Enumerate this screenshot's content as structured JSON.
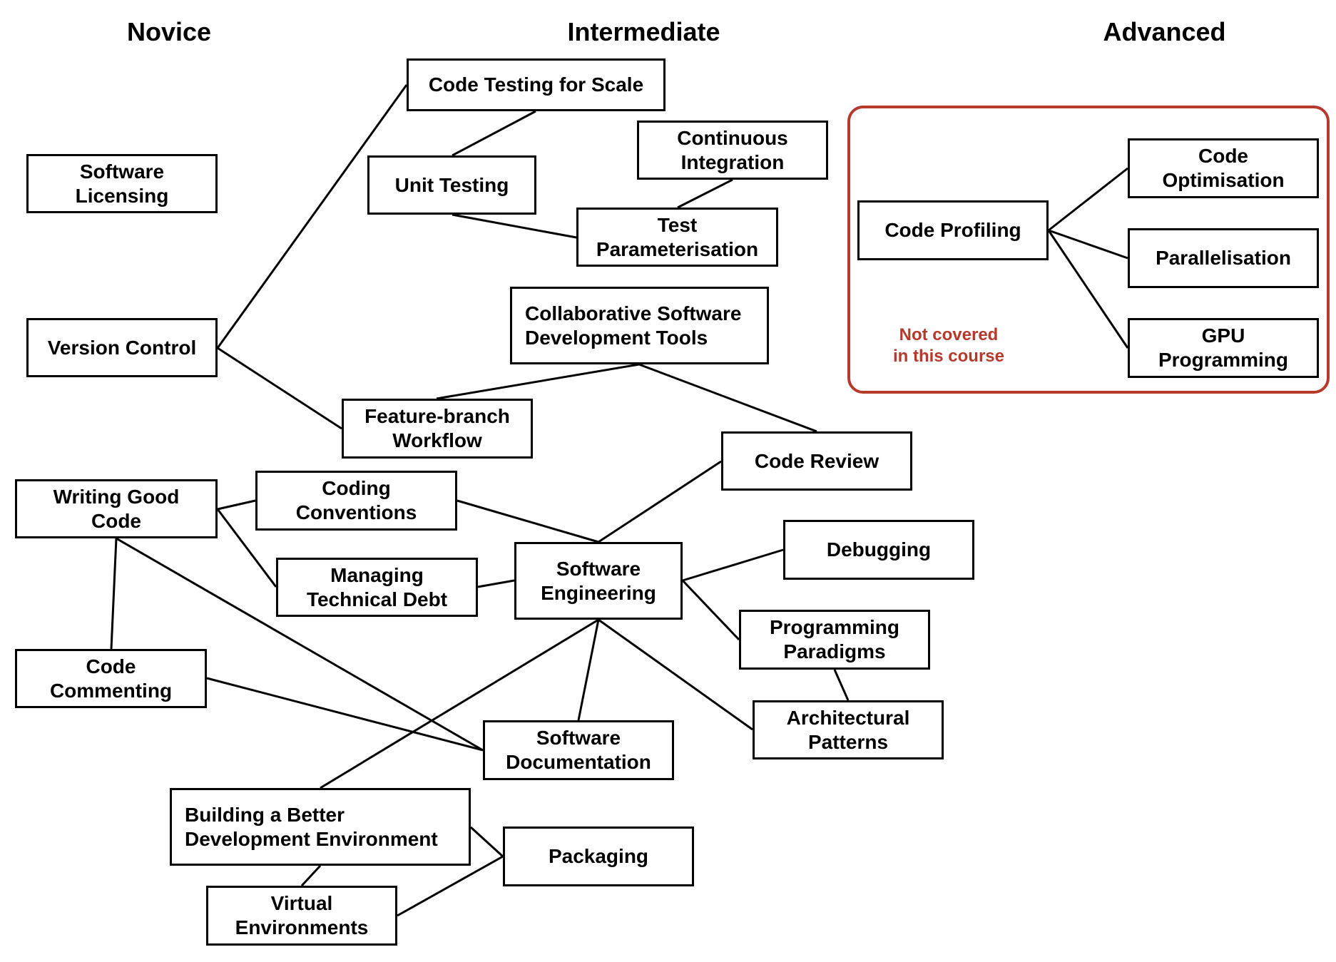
{
  "levels": {
    "novice": "Novice",
    "intermediate": "Intermediate",
    "advanced": "Advanced"
  },
  "advanced_note": "Not covered\nin this course",
  "nodes": {
    "software_licensing": "Software\nLicensing",
    "version_control": "Version Control",
    "writing_good_code": "Writing Good\nCode",
    "code_commenting": "Code\nCommenting",
    "code_testing_for_scale": "Code Testing for Scale",
    "unit_testing": "Unit Testing",
    "continuous_integration": "Continuous\nIntegration",
    "test_parameterisation": "Test\nParameterisation",
    "collaborative_tools": "Collaborative Software\nDevelopment Tools",
    "feature_branch_workflow": "Feature-branch\nWorkflow",
    "code_review": "Code Review",
    "coding_conventions": "Coding\nConventions",
    "managing_technical_debt": "Managing\nTechnical Debt",
    "software_engineering": "Software\nEngineering",
    "debugging": "Debugging",
    "programming_paradigms": "Programming\nParadigms",
    "architectural_patterns": "Architectural\nPatterns",
    "software_documentation": "Software\nDocumentation",
    "better_dev_environment": "Building a Better\nDevelopment Environment",
    "packaging": "Packaging",
    "virtual_environments": "Virtual\nEnvironments",
    "code_profiling": "Code Profiling",
    "code_optimisation": "Code\nOptimisation",
    "parallelisation": "Parallelisation",
    "gpu_programming": "GPU\nProgramming"
  },
  "edges": [
    [
      "version_control",
      "code_testing_for_scale"
    ],
    [
      "code_testing_for_scale",
      "unit_testing"
    ],
    [
      "unit_testing",
      "test_parameterisation"
    ],
    [
      "continuous_integration",
      "test_parameterisation"
    ],
    [
      "version_control",
      "feature_branch_workflow"
    ],
    [
      "collaborative_tools",
      "feature_branch_workflow"
    ],
    [
      "collaborative_tools",
      "code_review"
    ],
    [
      "code_review",
      "software_engineering"
    ],
    [
      "writing_good_code",
      "coding_conventions"
    ],
    [
      "writing_good_code",
      "managing_technical_debt"
    ],
    [
      "writing_good_code",
      "code_commenting"
    ],
    [
      "writing_good_code",
      "software_documentation"
    ],
    [
      "coding_conventions",
      "software_engineering"
    ],
    [
      "managing_technical_debt",
      "software_engineering"
    ],
    [
      "software_engineering",
      "debugging"
    ],
    [
      "software_engineering",
      "programming_paradigms"
    ],
    [
      "software_engineering",
      "architectural_patterns"
    ],
    [
      "software_engineering",
      "software_documentation"
    ],
    [
      "software_engineering",
      "better_dev_environment"
    ],
    [
      "programming_paradigms",
      "architectural_patterns"
    ],
    [
      "code_commenting",
      "software_documentation"
    ],
    [
      "better_dev_environment",
      "packaging"
    ],
    [
      "better_dev_environment",
      "virtual_environments"
    ],
    [
      "virtual_environments",
      "packaging"
    ],
    [
      "code_profiling",
      "code_optimisation"
    ],
    [
      "code_profiling",
      "parallelisation"
    ],
    [
      "code_profiling",
      "gpu_programming"
    ]
  ]
}
